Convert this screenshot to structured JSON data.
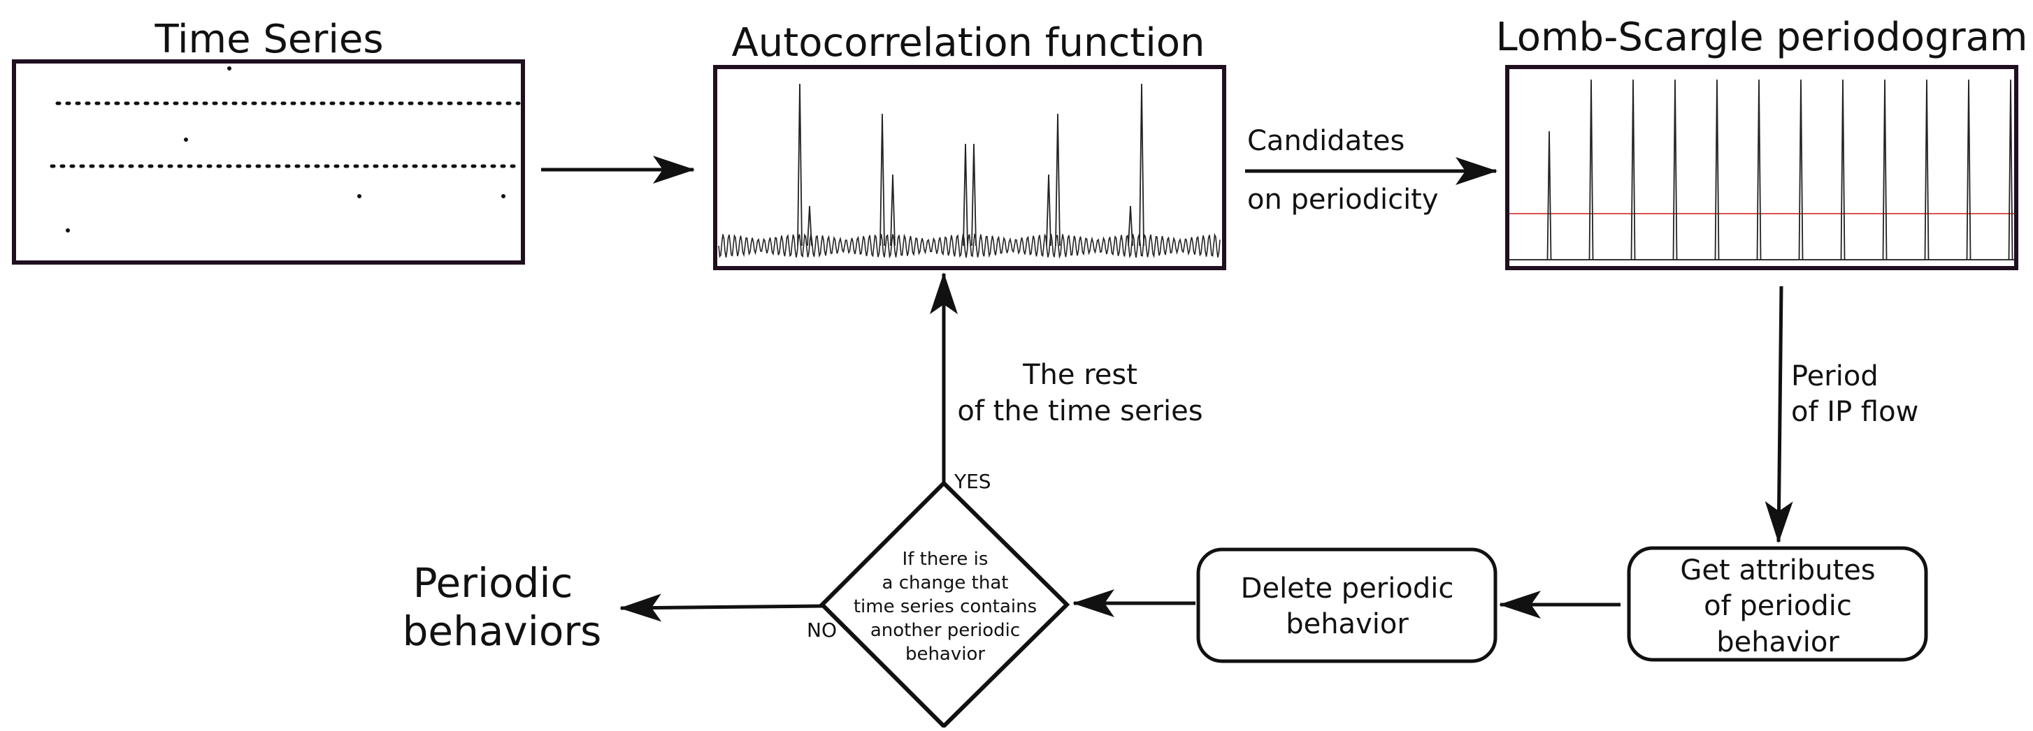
{
  "titles": {
    "time_series": "Time Series",
    "acf": "Autocorrelation function",
    "lomb": "Lomb-Scargle periodogram"
  },
  "edges": {
    "candidates_line1": "Candidates",
    "candidates_line2": "on periodicity",
    "period_line1": "Period",
    "period_line2": "of IP flow",
    "rest_line1": "The rest",
    "rest_line2": "of the time series",
    "yes": "YES",
    "no": "NO"
  },
  "boxes": {
    "get_attributes": [
      "Get attributes",
      "of periodic",
      "behavior"
    ],
    "delete_periodic": [
      "Delete periodic",
      "behavior"
    ]
  },
  "decision": [
    "If there is",
    "a change that",
    "time series contains",
    "another periodic",
    "behavior"
  ],
  "output": [
    "Periodic",
    "behaviors"
  ],
  "colors": {
    "frame": "#1f0f1f",
    "ink": "#111111",
    "threshold": "#d9534f"
  }
}
